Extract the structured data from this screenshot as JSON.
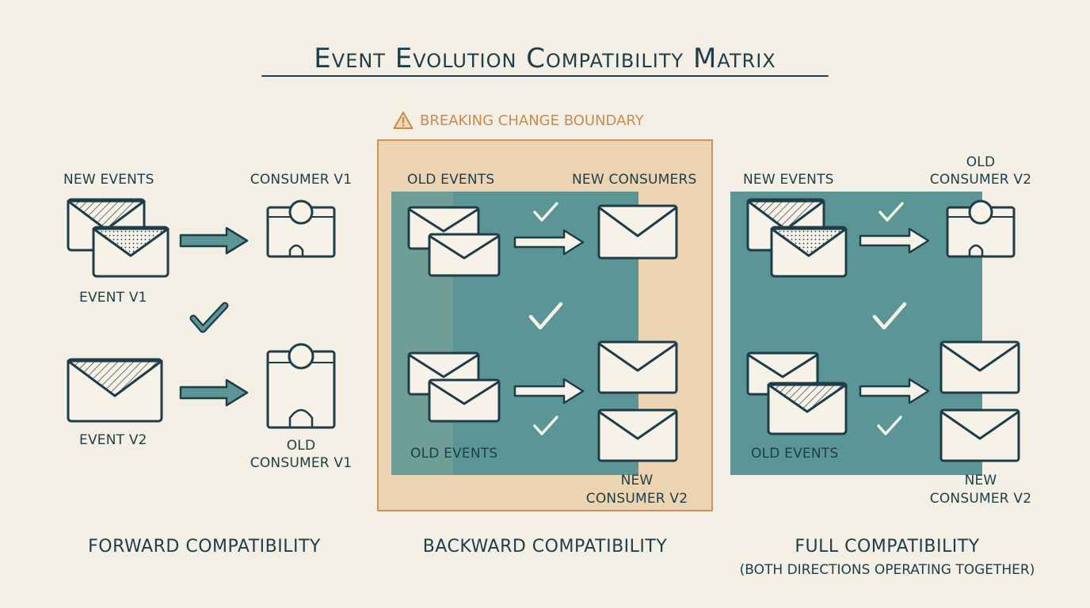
{
  "title": "Event Evolution Compatibility Matrix",
  "boundary_label": "Breaking change boundary",
  "colors": {
    "ink": "#1e3d48",
    "teal_panel": "#5c9596",
    "boundary_fill": "#ecd4b3",
    "boundary_border": "#c9925e",
    "background": "#f4efe4"
  },
  "forward": {
    "title": "Forward Compatibility",
    "new_events": "New events",
    "consumer_v1": "Consumer v1",
    "event_v1": "Event v1",
    "event_v2": "Event v2",
    "old_consumer_line1": "Old",
    "old_consumer_line2": "Consumer v1"
  },
  "backward": {
    "title": "Backward Compatibility",
    "old_events_top": "Old events",
    "new_consumers": "New consumers",
    "old_events_bottom": "Old events",
    "new_consumer_line1": "New",
    "new_consumer_line2": "Consumer v2"
  },
  "full": {
    "title": "Full Compatibility",
    "subtitle": "(Both directions operating together)",
    "new_events": "New events",
    "old_consumer_line1": "Old",
    "old_consumer_line2": "Consumer v2",
    "old_events": "Old events",
    "new_consumer_line1": "New",
    "new_consumer_line2": "Consumer v2"
  }
}
